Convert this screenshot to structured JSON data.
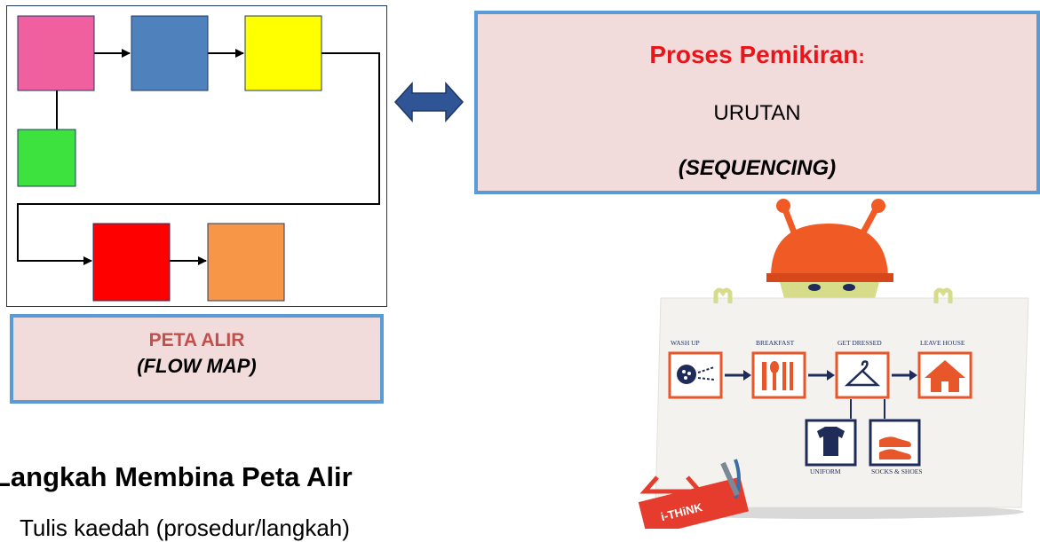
{
  "flow_map": {
    "label_title": "PETA ALIR",
    "label_subtitle": "(FLOW MAP)",
    "colors": {
      "pink": "#f0609e",
      "blue": "#4f81bd",
      "yellow": "#ffff00",
      "green": "#3ee23e",
      "red": "#ff0000",
      "orange": "#f79646"
    }
  },
  "process": {
    "title": "Proses Pemikiran",
    "colon": ":",
    "value": "URUTAN",
    "subtitle": "(SEQUENCING)"
  },
  "steps": {
    "heading": "Langkah Membina Peta Alir",
    "line1": "Tulis kaedah (prosedur/langkah)"
  },
  "illustration": {
    "labels": {
      "wash_up": "WASH UP",
      "breakfast": "BREAKFAST",
      "get_dressed": "GET DRESSED",
      "leave_house": "LEAVE HOUSE",
      "uniform": "UNIFORM",
      "socks_shoes": "SOCKS & SHOES",
      "logo": "i-THiNK"
    },
    "colors": {
      "robot_orange": "#f05a24",
      "board": "#f3f2ef",
      "navy": "#1f2c5a",
      "box_orange": "#e8572a"
    }
  }
}
